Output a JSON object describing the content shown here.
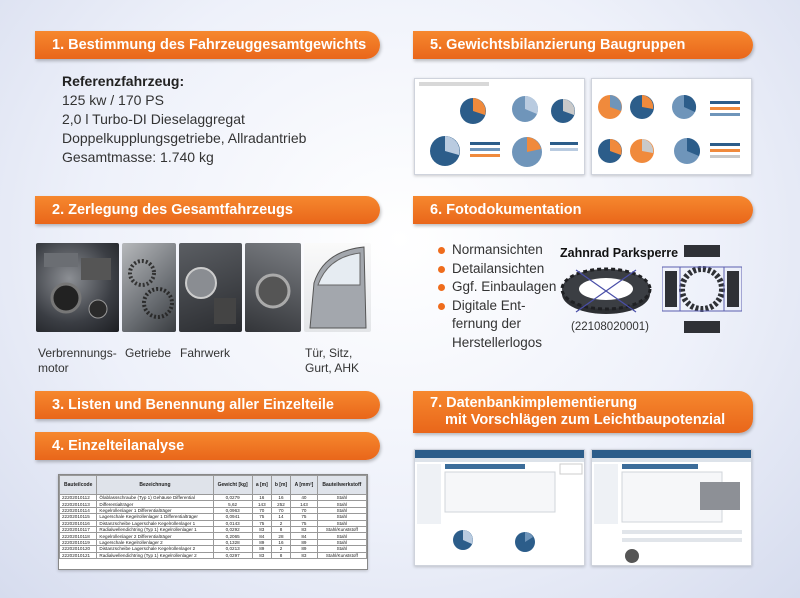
{
  "sections": {
    "s1": "1. Bestimmung des Fahrzeuggesamtgewichts",
    "s2": "2. Zerlegung des Gesamtfahrzeugs",
    "s3": "3. Listen und Benennung aller Einzelteile",
    "s4": "4. Einzelteilanalyse",
    "s5": "5. Gewichtsbilanzierung Baugruppen",
    "s6": "6. Fotodokumentation",
    "s7a": "7. Datenbankimplementierung",
    "s7b": "mit Vorschlägen zum Leichtbaupotenzial"
  },
  "reference": {
    "title": "Referenzfahrzeug:",
    "lines": [
      "125 kw / 170 PS",
      "2,0 l Turbo-DI Dieselaggregat",
      "Doppelkupplungsgetriebe, Allradantrieb",
      "Gesamtmasse: 1.740 kg"
    ]
  },
  "captions": {
    "engine_a": "Verbrennungs-",
    "engine_b": "motor",
    "gearbox": "Getriebe",
    "chassis": "Fahrwerk",
    "door_a": "Tür, Sitz,",
    "door_b": "Gurt, AHK"
  },
  "photo_doc": {
    "bullets": [
      "Normansichten",
      "Detailansichten",
      "Ggf. Einbaulagen",
      "Digitale Ent-",
      "fernung der",
      "Herstellerlogos"
    ],
    "part_title": "Zahnrad Parksperre",
    "part_number": "(22108020001)"
  },
  "part_table": {
    "headers": [
      "Bauteilcode",
      "Bezeichnung",
      "Gewicht [kg]",
      "a [m]",
      "b [m]",
      "A [mm²]",
      "Bauteilwerkstoff"
    ],
    "rows": [
      [
        "22202010112",
        "Ölablassschraube (Typ 1) Gehäuse Differential",
        "0,0279",
        "16",
        "16",
        "40",
        "Stahl"
      ],
      [
        "22202010113",
        "Differentialträger",
        "5,62",
        "143",
        "252",
        "143",
        "Stahl"
      ],
      [
        "22202010114",
        "Kegelrollenlager 1 Differentialträger",
        "0,0963",
        "70",
        "70",
        "70",
        "Stahl"
      ],
      [
        "22202010115",
        "Lagerschale Kegelrollenlager 1 Differentialträger",
        "0,0941",
        "75",
        "14",
        "75",
        "Stahl"
      ],
      [
        "22202010116",
        "Distanzscheibe Lagerschale Kegelrollenlager 1",
        "0,0143",
        "75",
        "2",
        "75",
        "Stahl"
      ],
      [
        "22202010117",
        "Radialwellendichtring (Typ 1) Kegelrollenlager 1",
        "0,0292",
        "83",
        "8",
        "83",
        "Stahl/Kunststoff"
      ],
      [
        "22202010118",
        "Kegelrollenlager 2 Differentialträger",
        "0,2065",
        "84",
        "28",
        "84",
        "Stahl"
      ],
      [
        "22202010119",
        "Lagerschale Kegelrollenlager 2",
        "0,1328",
        "89",
        "16",
        "89",
        "Stahl"
      ],
      [
        "22202010120",
        "Distanzscheibe Lagerschale Kegelrollenlager 2",
        "0,0213",
        "89",
        "2",
        "89",
        "Stahl"
      ],
      [
        "22202010121",
        "Radialwellendichtring (Typ 1) Kegelrollenlager 2",
        "0,0297",
        "83",
        "8",
        "83",
        "Stahl/Kunststoff"
      ]
    ]
  },
  "colors": {
    "accent": "#ef6c1c",
    "pie_dark": "#2c5d8a",
    "pie_mid": "#6f95ba",
    "pie_light": "#b9cbe0",
    "pie_orange": "#f08a3c",
    "pie_grey": "#c9c9c9"
  }
}
